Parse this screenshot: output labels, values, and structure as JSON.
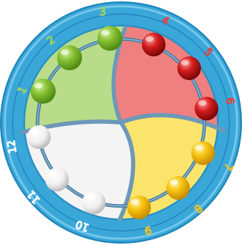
{
  "game": {
    "kind": "abacus-clock-toy",
    "numbers": [
      "1",
      "2",
      "3",
      "4",
      "5",
      "6",
      "7",
      "8",
      "9",
      "10",
      "11",
      "12"
    ],
    "colors": {
      "ring": "#3aa7d9",
      "ring_dark": "#1f86bb",
      "ring_light": "#8fd4f2",
      "track": "#4a7fa3",
      "green_zone": "#b9dc8a",
      "red_zone": "#f07f7f",
      "yellow_zone": "#fbe46c",
      "white_zone": "#f4f4f4",
      "green_bead": "#7cb52a",
      "red_bead": "#cf1a1a",
      "yellow_bead": "#f5c311",
      "white_bead": "#f7f7f7",
      "number_green": "#9fd35a",
      "number_red": "#e04444",
      "number_yellow": "#f0c222",
      "number_white": "#ffffff"
    },
    "beads": [
      {
        "color": "green",
        "name": "green-bead-1"
      },
      {
        "color": "green",
        "name": "green-bead-2"
      },
      {
        "color": "green",
        "name": "green-bead-3"
      },
      {
        "color": "red",
        "name": "red-bead-1"
      },
      {
        "color": "red",
        "name": "red-bead-2"
      },
      {
        "color": "red",
        "name": "red-bead-3"
      },
      {
        "color": "yellow",
        "name": "yellow-bead-1"
      },
      {
        "color": "yellow",
        "name": "yellow-bead-2"
      },
      {
        "color": "yellow",
        "name": "yellow-bead-3"
      },
      {
        "color": "white",
        "name": "white-bead-1"
      },
      {
        "color": "white",
        "name": "white-bead-2"
      },
      {
        "color": "white",
        "name": "white-bead-3"
      }
    ]
  }
}
